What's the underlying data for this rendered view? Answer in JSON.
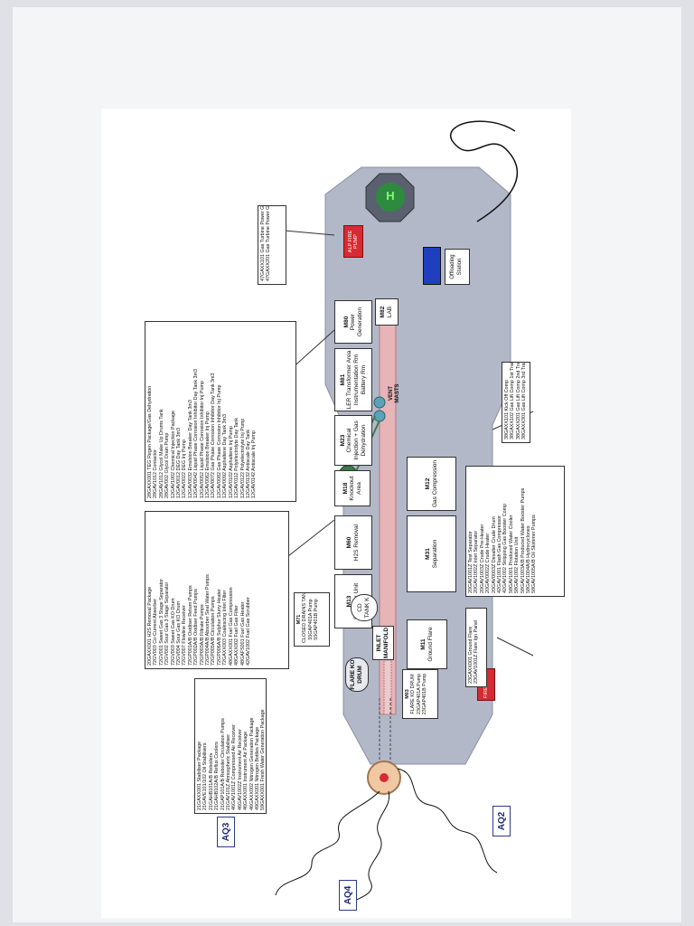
{
  "helideck": {
    "label": "H"
  },
  "offloading_station": {
    "label": "Offloading Station"
  },
  "vent_masts": {
    "label": "VENT MASTS"
  },
  "flare_ko_drum": {
    "label": "FLARE KO DRUM"
  },
  "inlet_manifold": {
    "label": "INLET MANIFOLD"
  },
  "cd_tank": {
    "label": "CD TANK K"
  },
  "aq_callouts": [
    "AQ2",
    "AQ3",
    "AQ4"
  ],
  "red_tags": [
    "ALP FIRE PUMP",
    "FIRE PUMP"
  ],
  "modules": [
    {
      "code": "M80",
      "name": "Power Generation"
    },
    {
      "code": "M82",
      "name": "LAB"
    },
    {
      "code": "M81",
      "name": "LER Transformer Area Instrumentation Rm Battery Rm"
    },
    {
      "code": "M23",
      "name": "Chemical Injection + Gas Dehydration"
    },
    {
      "code": "M18",
      "name": "Knockout Area"
    },
    {
      "code": "M12",
      "name": "Gas Compression"
    },
    {
      "code": "M60",
      "name": "H2S Removal"
    },
    {
      "code": "M31",
      "name": "Separation"
    },
    {
      "code": "M13",
      "name": "Stabiliser Unit"
    },
    {
      "code": "M11",
      "name": "Ground Flare"
    },
    {
      "code": "M71",
      "name": "CLOSED DRAINS TANK"
    },
    {
      "code": "M03",
      "name": "FLARE KO DRUM"
    }
  ],
  "lists": {
    "gas_turbine": [
      "47GAXX101  Gas Turbine Power Gen",
      "47GAXX201  Gas Turbine Power Gen"
    ],
    "power_gen": [
      "28GAXX001  TEG Regen Package/Gas Dehydration",
      "28GAV1012  Contactor",
      "28GAV1012  Glycol Make Up Drums Tank",
      "28GAV002  Glycol Drain Pump",
      "12GAV1002  Chemical Injection Package",
      "12GAV0012  DEG Day Tank 3m3",
      "12GAV0022  DEG Inj Pump",
      "12GAV0032  Emulsion Breaker Day Tank 3m3",
      "12GAV0042  Liquid Phase Corrosion Inhibitor Day Tank 3m3",
      "12GAV0052  Liquid Phase Corrosion Inhibitor Inj Pump",
      "12GAV0062  Emulsion Breaker Inj Pump",
      "12GAV0072  Gas Phase Corrosion Inhibitor Day Tank 3m3",
      "12GAV0082  Gas Phase Corrosion Inhibitor Inj Pump",
      "12GAV0092  Asphaltene Day Tank 3m3",
      "12GAV0102  Asphaltene Inj Pump",
      "12GAV0112  Polyelectrolyte Day Tank",
      "12GAV0122  Polyelectrolyte Inj Pump",
      "12GAV0132  Antiscale Day Tank",
      "12GAV0142  Antiscale Inj Pump"
    ],
    "h2s_removal": [
      "20GAXX001  H2S Removal Package",
      "72GV003  Co-Current Absorber",
      "72GV001  Sweet Gas 3 Stage Separator",
      "72GV002  Sour Gas 3 Stage Separator",
      "72GV003  Sweet Gas KO Drum",
      "72GV004  Sour Gas KO Drum",
      "72GV007  Flowline Receiver",
      "72GP001A/B  Oxidiser Return Pumps",
      "72GP002A/B  Oxidiser Feed Pumps",
      "72GP003A/B  Filtrate Pumps",
      "72GP004A/B  Absorber Seal Water Pumps",
      "72GP005A/B  Circulation Pumps",
      "72GP006A/B  Sulphur Slurry Heater",
      "72GAXX003  Coalescing Inlet Filter",
      "48GAXX001  Fuel Gas Compression",
      "48GAXX002  Fuel Gas Filter",
      "48GAFS001  Fuel Gas Heater",
      "42GAV1002  Fuel Gas Scrubber"
    ],
    "compression": [
      "38GAXX101  Kick Off Comp",
      "38GAXX102  Gas Lift Comp 1st Train",
      "38GAXX201  Gas Lift Comp 2nd Train",
      "38GAXX301  Gas Lift Comp 3rd Train"
    ],
    "separation": [
      "20GAV1001Z  Test Separator",
      "20GAV1002Z  Inlet Separator",
      "20GAV1003Z  Crude Pre-Heater",
      "20GAV0002Z  Crude Heater",
      "20GAV0003Z  Desalter Crude Drum",
      "42GAV1001  Flash Gas Compressor",
      "42GAV1002  Stripping Gas Booster Comp",
      "58GAV1001  Produced Water Cooler",
      "58GAV1002  Flotation Unit",
      "58GAV1003A/B  Produced Water Booster Pumps",
      "58GAV1004A/B  Hydrocyclones",
      "58GAV1005A/B  Oil Skimmer Pumps"
    ],
    "stabiliser": [
      "21GAXX001  Stabiliser Package",
      "21GAVE101/102  Oil Stabilisers",
      "21GAHB101A/B  Reboilers",
      "21GAHB102A/B  Reflux Coolers",
      "21GAP101A/B  Reboiler Circulation Pumps",
      "21GAV101Z  Atmospheric Stabiliser",
      "46GAV1001Z  Compressed Air Receiver",
      "46GAV1002Z  Instrument Air Receiver",
      "46GAXX001  Instrument Air Package",
      "46GAXX002  Nitrogen Generation Package",
      "49GAXX001  Nitrogen Bottles Package",
      "59GAXX001  Fresh Water Generation Package"
    ],
    "ground_flare": [
      "23GAXX001  Ground Flare",
      "23GAV1001Z  Flare Ign Panel"
    ],
    "closed_drains": [
      "55GAP401A  Pump",
      "55GAP401B  Pump"
    ],
    "flare_ko": [
      "23GAP401A  Pump",
      "23GAP401B  Pump"
    ]
  },
  "colors": {
    "deck": "#b3b8c8",
    "pipe_rack": "#e7b4b8",
    "tag_red": "#d62b32",
    "callout_blue": "#2a3b8f",
    "helideck_green": "#2e8a3e",
    "offloading_blue": "#1f3fbf"
  }
}
